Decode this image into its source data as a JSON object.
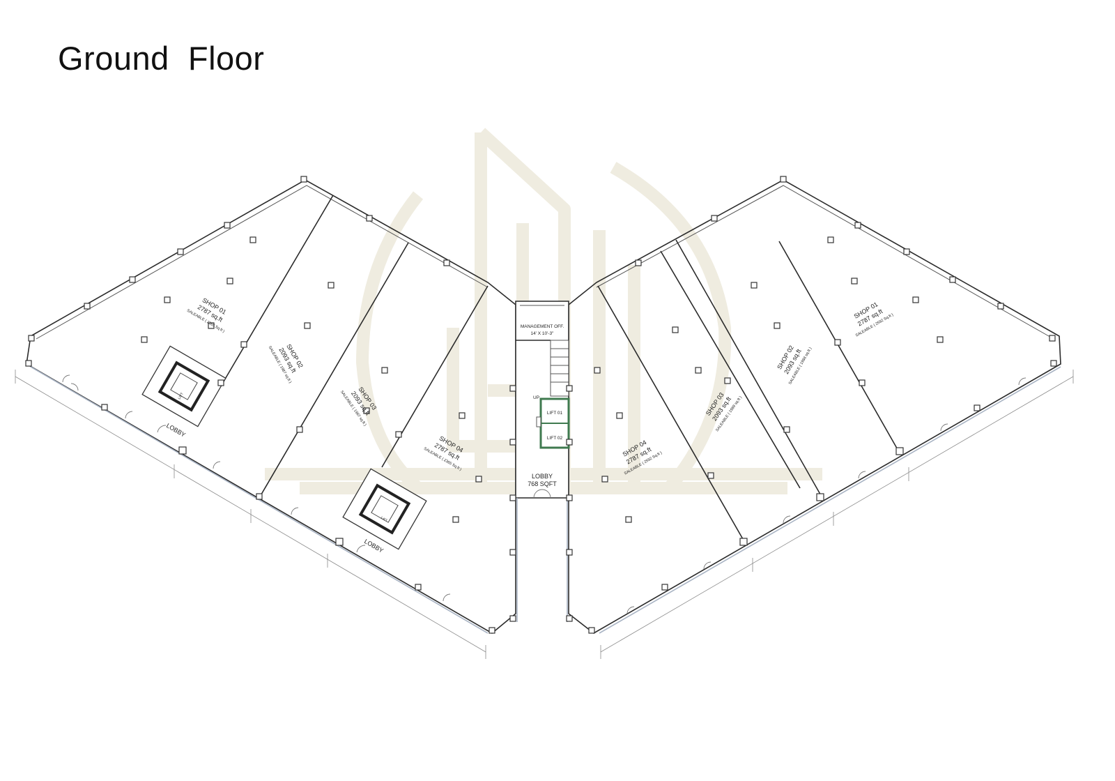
{
  "title": "Ground  Floor",
  "watermark_icon": "building-logo-watermark",
  "left_wing": {
    "shops": [
      {
        "name": "SHOP 01",
        "area": "2787 sq.ft",
        "saleable": "SALEABLE ( 2365 Sq.ft )"
      },
      {
        "name": "SHOP 02",
        "area": "2093 sq.ft",
        "saleable": "SALEABLE ( 1987 sq.ft )"
      },
      {
        "name": "SHOP 03",
        "area": "2093 sq.ft",
        "saleable": "SALEABLE ( 1987 sq.ft )"
      },
      {
        "name": "SHOP 04",
        "area": "2787 sq.ft",
        "saleable": "SALEABLE ( 2365 Sq.ft )"
      }
    ],
    "lobbies": [
      "LOBBY",
      "LOBBY"
    ],
    "lifts": [
      "LIFT",
      "LIFT"
    ]
  },
  "right_wing": {
    "shops": [
      {
        "name": "SHOP 01",
        "area": "2787 sq.ft",
        "saleable": "SALEABLE ( 2592 Sq.ft )"
      },
      {
        "name": "SHOP 02",
        "area": "2093 sq.ft",
        "saleable": "SALEABLE ( 1988 sq.ft )"
      },
      {
        "name": "SHOP 03",
        "area": "2093 sq.ft",
        "saleable": "SALEABLE ( 1989 sq.ft )"
      },
      {
        "name": "SHOP 04",
        "area": "2787 sq.ft",
        "saleable": "SALEABLE ( 2592 Sq.ft )"
      }
    ]
  },
  "core": {
    "management_label": "MANAGEMENT OFF.",
    "management_size": "14' X 10'-3\"",
    "stair_label": "UP",
    "lift_1": "LIFT 01",
    "lift_2": "LIFT 02",
    "lobby_label": "LOBBY",
    "lobby_area": "768 SQFT",
    "lift_highlight_color": "#3f7a4f"
  }
}
